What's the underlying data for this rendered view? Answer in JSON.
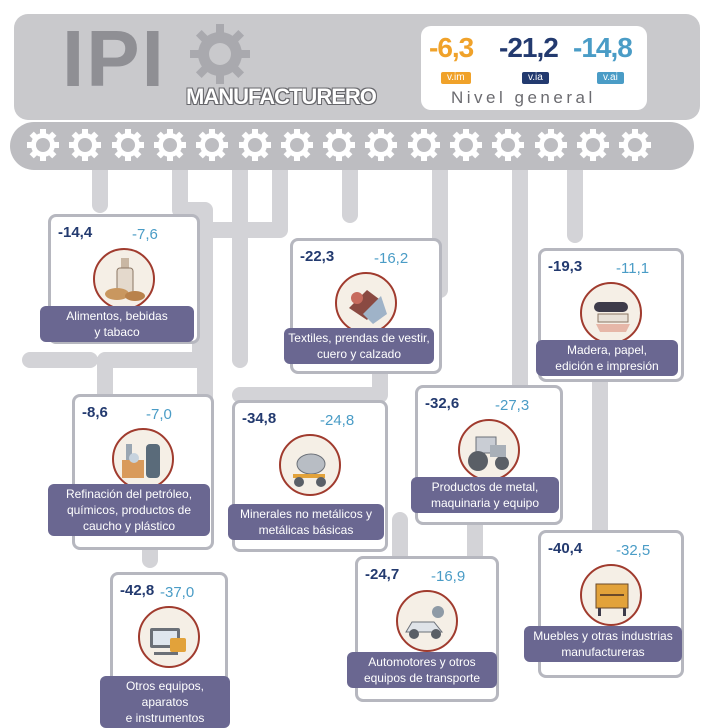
{
  "header": {
    "title": "IPI",
    "subtitle": "MANUFACTURERO",
    "summary": {
      "vim": {
        "value": "-6,3",
        "label": "v.im",
        "color": "#f0a22a"
      },
      "via": {
        "value": "-21,2",
        "label": "v.ia",
        "color": "#233a6f"
      },
      "vai": {
        "value": "-14,8",
        "label": "v.ai",
        "color": "#4a9cc6"
      },
      "caption": "Nivel general"
    }
  },
  "sectors": [
    {
      "v1": "-14,4",
      "v2": "-7,6",
      "label_lines": [
        "Alimentos, bebidas",
        "y tabaco"
      ],
      "icon": "food-bottle-bread-icon"
    },
    {
      "v1": "-22,3",
      "v2": "-16,2",
      "label_lines": [
        "Textiles, prendas de vestir,",
        "cuero y calzado"
      ],
      "icon": "textile-fabric-icon"
    },
    {
      "v1": "-19,3",
      "v2": "-11,1",
      "label_lines": [
        "Madera, papel,",
        "edición e impresión"
      ],
      "icon": "paper-roll-icon"
    },
    {
      "v1": "-8,6",
      "v2": "-7,0",
      "label_lines": [
        "Refinación del petróleo,",
        "químicos, productos de",
        "caucho y plástico"
      ],
      "icon": "chemicals-icon"
    },
    {
      "v1": "-34,8",
      "v2": "-24,8",
      "label_lines": [
        "Minerales no metálicos y",
        "metálicas básicas"
      ],
      "icon": "cement-mixer-icon"
    },
    {
      "v1": "-32,6",
      "v2": "-27,3",
      "label_lines": [
        "Productos de metal,",
        "maquinaria y equipo"
      ],
      "icon": "tractor-icon"
    },
    {
      "v1": "-42,8",
      "v2": "-37,0",
      "label_lines": [
        "Otros equipos, aparatos",
        "e instrumentos"
      ],
      "icon": "devices-icon"
    },
    {
      "v1": "-24,7",
      "v2": "-16,9",
      "label_lines": [
        "Automotores y otros",
        "equipos de transporte"
      ],
      "icon": "car-motorcycle-icon"
    },
    {
      "v1": "-40,4",
      "v2": "-32,5",
      "label_lines": [
        "Muebles y otras industrias",
        "manufactureras"
      ],
      "icon": "furniture-icon"
    }
  ],
  "colors": {
    "dark_blue": "#233a6f",
    "light_blue": "#4a9cc6",
    "orange": "#f0a22a",
    "label_bg": "#6a6791",
    "pipe": "#cfcfd3"
  }
}
